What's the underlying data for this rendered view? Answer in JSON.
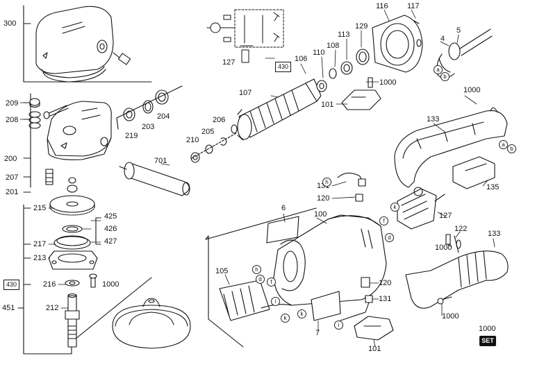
{
  "callouts": {
    "c300": "300",
    "c209": "209",
    "c208": "208",
    "c200": "200",
    "c207": "207",
    "c201": "201",
    "c215": "215",
    "c217": "217",
    "c213": "213",
    "c216": "216",
    "c212": "212",
    "c451": "451",
    "c425": "425",
    "c426": "426",
    "c427": "427",
    "c1000_a": "1000",
    "c219": "219",
    "c203": "203",
    "c204": "204",
    "c701": "701",
    "c210": "210",
    "c205": "205",
    "c206": "206",
    "c107": "107",
    "c127_top": "127",
    "c106": "106",
    "c110": "110",
    "c108": "108",
    "c113": "113",
    "c129": "129",
    "c116": "116",
    "c117": "117",
    "c4": "4",
    "c5": "5",
    "c1000_b": "1000",
    "c101_top": "101",
    "c1000_c": "1000",
    "c133_top": "133",
    "c135": "135",
    "c131_top": "131",
    "c120_top": "120",
    "c127_mid": "127",
    "c6": "6",
    "c100": "100",
    "c122": "122",
    "c1000_d": "1000",
    "c133_bot": "133",
    "c105": "105",
    "c120_bot": "120",
    "c131_bot": "131",
    "c7": "7",
    "c101_bot": "101",
    "c1000_e": "1000",
    "c1000_set": "1000"
  },
  "circled": {
    "a1": "a",
    "b1": "b",
    "a2": "a",
    "b2": "b",
    "h1": "h",
    "k1": "k",
    "f1": "f",
    "d1": "d",
    "h2": "h",
    "d2": "d",
    "f2": "f",
    "i1": "i",
    "k2": "k",
    "k3": "k",
    "i2": "i"
  },
  "boxed": {
    "box430_a": "430",
    "box430_b": "430"
  },
  "set_badge": "SET"
}
